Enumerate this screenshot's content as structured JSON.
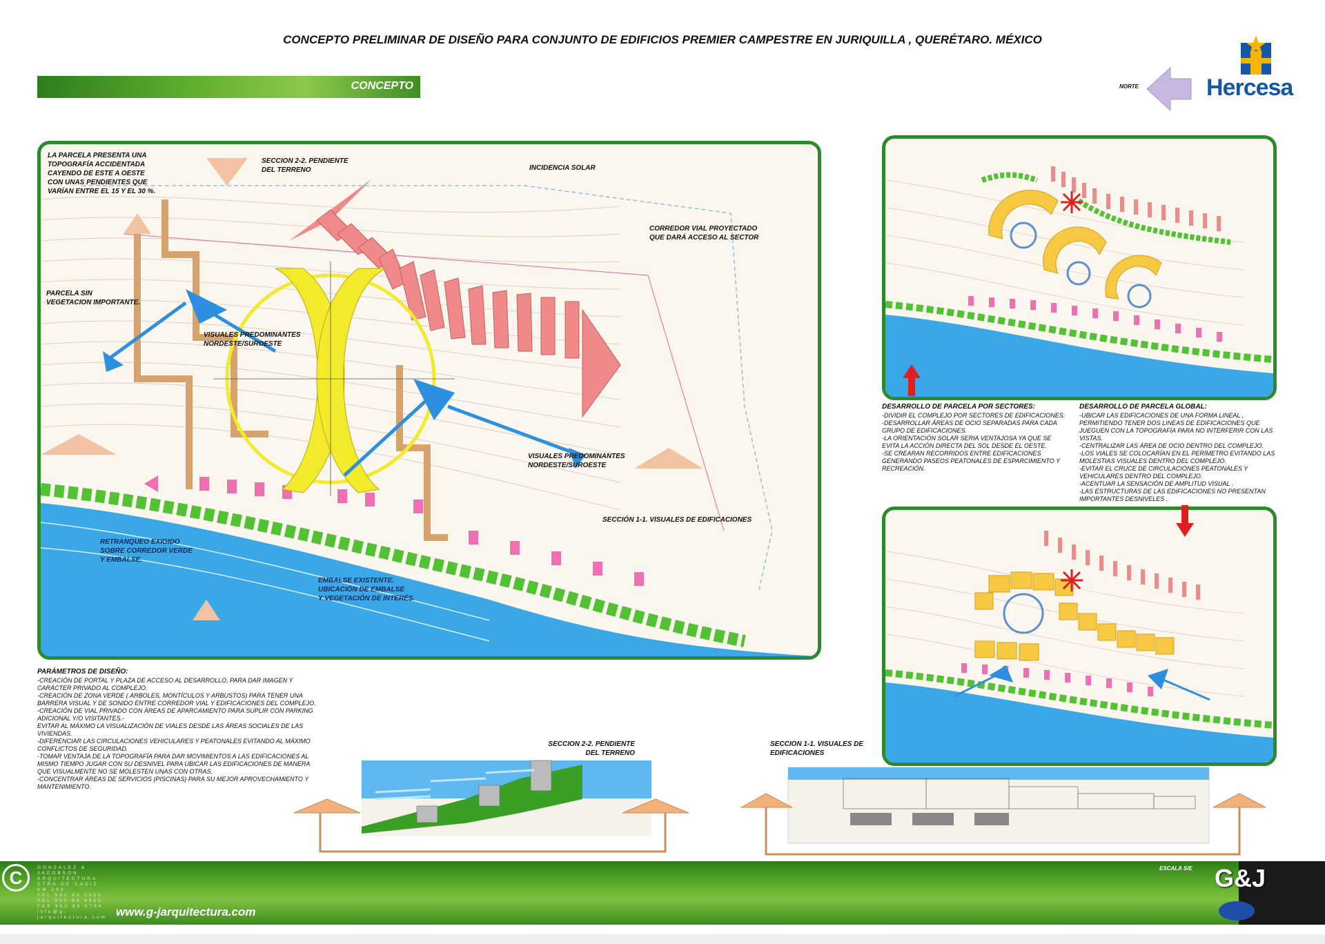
{
  "title": "CONCEPTO PRELIMINAR DE DISEÑO PARA CONJUNTO DE EDIFICIOS PREMIER CAMPESTRE EN JURIQUILLA ,  QUERÉTARO. MÉXICO",
  "section_bar": "CONCEPTO",
  "north_label": "NORTE",
  "logo_text": "Hercesa",
  "main_labels": {
    "parcela_topografia": "LA PARCELA PRESENTA UNA\nTOPOGRAFÍA ACCIDENTADA\nCAYENDO DE ESTE A OESTE\nCON UNAS PENDIENTES QUE\nVARÍAN ENTRE EL 15 Y EL 30 %.",
    "seccion22": "SECCION 2-2. PENDIENTE\nDEL TERRENO",
    "incidencia": "INCIDENCIA SOLAR",
    "corredor": "CORREDOR VIAL PROYECTADO\nQUE DARÁ ACCESO AL SECTOR",
    "sin_vegetacion": "PARCELA SIN\nVEGETACION IMPORTANTE.",
    "visuales1": "VISUALES PREDOMINANTES\nNORDESTE/SUROESTE",
    "visuales2": "VISUALES PREDOMINANTES\nNORDESTE/SUROESTE",
    "seccion11": "SECCIÓN 1-1. VISUALES DE EDIFICACIONES",
    "retranqueo": "RETRANQUEO EXIGIDO\nSOBRE CORREDOR VERDE\nY EMBALSE.",
    "embalse": "EMBALSE EXISTENTE.\nUBICACIÓN DE EMBALSE\n Y VEGETACIÓN DE INTERÉS."
  },
  "sectores": {
    "heading": "DESARROLLO DE PARCELA POR SECTORES:",
    "lines": [
      "-DIVIDIR EL COMPLEJO POR SECTORES DE EDIFICACIONES.",
      "-DESARROLLAR ÁREAS DE OCIO SEPARADAS PARA CADA",
      "GRUPO DE EDIFICACIONES.",
      "-LA ORIENTACIÓN SOLAR SERIA VENTAJOSA YA QUE SE",
      "EVITA LA ACCIÓN DIRECTA DEL SOL DESDE EL OESTE.",
      "-SE CREARAN RECORRIDOS ENTRE EDIFICACIONES",
      "GENERANDO PASEOS PEATONALES DE ESPARCIMIENTO Y",
      "RECREACIÓN."
    ]
  },
  "global": {
    "heading": "DESARROLLO DE PARCELA GLOBAL:",
    "lines": [
      "-UBICAR LAS EDIFICACIONES DE UNA FORMA LINEAL ,",
      "PERMITIENDO TENER DOS LINEAS DE EDIFICACIONES QUE",
      "JUEGUEN CON LA TOPOGRAFÍA PARA NO INTERFERIR CON LAS",
      "VISTAS.",
      "-CENTRALIZAR LAS ÁREA DE OCIO DENTRO DEL COMPLEJO.",
      "-LOS VIALES SE COLOCARÍAN EN EL PERÍMETRO  EVITANDO LAS",
      "MOLESTIAS VISUALES DENTRO DEL COMPLEJO.",
      "-EVITAR EL CRUCE DE CIRCULACIONES PEATONALES Y",
      "VEHICULARES DENTRO DEL COMPLEJO.",
      "-ACENTUAR LA SENSACIÓN DE AMPLITUD VISUAL .",
      "-LAS ESTRUCTURAS DE LAS EDIFICACIONES NO PRESENTAN",
      "IMPORTANTES DESNIVELES ."
    ]
  },
  "parametros": {
    "heading": "PARÁMETROS DE DISEÑO:",
    "lines": [
      "-CREACIÓN DE PORTAL Y PLAZA DE ACCESO AL DESARROLLO, PARA DAR IMAGEN  Y",
      "CARÁCTER PRIVADO AL COMPLEJO.",
      "-CREACIÓN DE ZONA VERDE ( ÁRBOLES, MONTÍCULOS Y ARBUSTOS) PARA TENER UNA",
      "BARRERA VISUAL Y DE SONIDO ENTRE CORREDOR VIAL Y EDIFICACIONES DEL COMPLEJO.",
      "-CREACIÓN DE VIAL PRIVADO CON ÁREAS DE APARCAMIENTO PARA SUPLIR CON PARKING",
      "ADICIONAL Y/O VISITANTES.-",
      " EVITAR AL MÁXIMO LA VISUALIZACIÓN DE VIALES DESDE LAS ÁREAS SOCIALES DE LAS",
      "VIVIENDAS.",
      "-DIFERENCIAR LAS CIRCULACIONES VEHICULARES Y PEATONALES EVITANDO AL MÁXIMO",
      "CONFLICTOS DE SEGURIDAD.",
      "-TOMAR VENTAJA DE LA TOPOGRAFÍA PARA DAR MOVIMIENTOS A LAS EDIFICACIONES AL",
      "MISMO TIEMPO JUGAR CON SU DESNIVEL PARA UBICAR LAS EDIFICACIONES DE MANERA",
      "QUE VISUALMENTE NO SE MOLESTEN UNAS CON OTRAS.",
      "-CONCENTRAR ÁREAS DE SERVICIOS (PISCINAS) PARA SU MEJOR APROVECHAMIENTO Y",
      "MANTENIMIENTO."
    ]
  },
  "section_labels": {
    "s22": "SECCION 2-2. PENDIENTE\nDEL TERRENO",
    "s11": "SECCION 1-1. VISUALES DE\nEDIFICACIONES"
  },
  "footer": {
    "address": "GONZALEZ &\nJACOBSON\nARQUITECTURA\nCTRA DE CADIZ\nKM 193\nTEL 952 83 2550\nTEL 952 83 4955\nFAX 952 83 5794\ninfo@g-jarquitectura.com",
    "url": "www.g-jarquitectura.com",
    "scale": "ESCALA S/E",
    "copyright": "C",
    "gj": "G&J"
  },
  "colors": {
    "panel_border": "#2c8a2c",
    "water": "#3aa7e6",
    "arrow_pink": "#f08a8a",
    "arrow_blue": "#2d8fe0",
    "yellow": "#f2ea2a",
    "vegetation": "#52c234",
    "building": "#f7c842",
    "brand_blue": "#1357a6",
    "brand_gold": "#f5b400"
  }
}
